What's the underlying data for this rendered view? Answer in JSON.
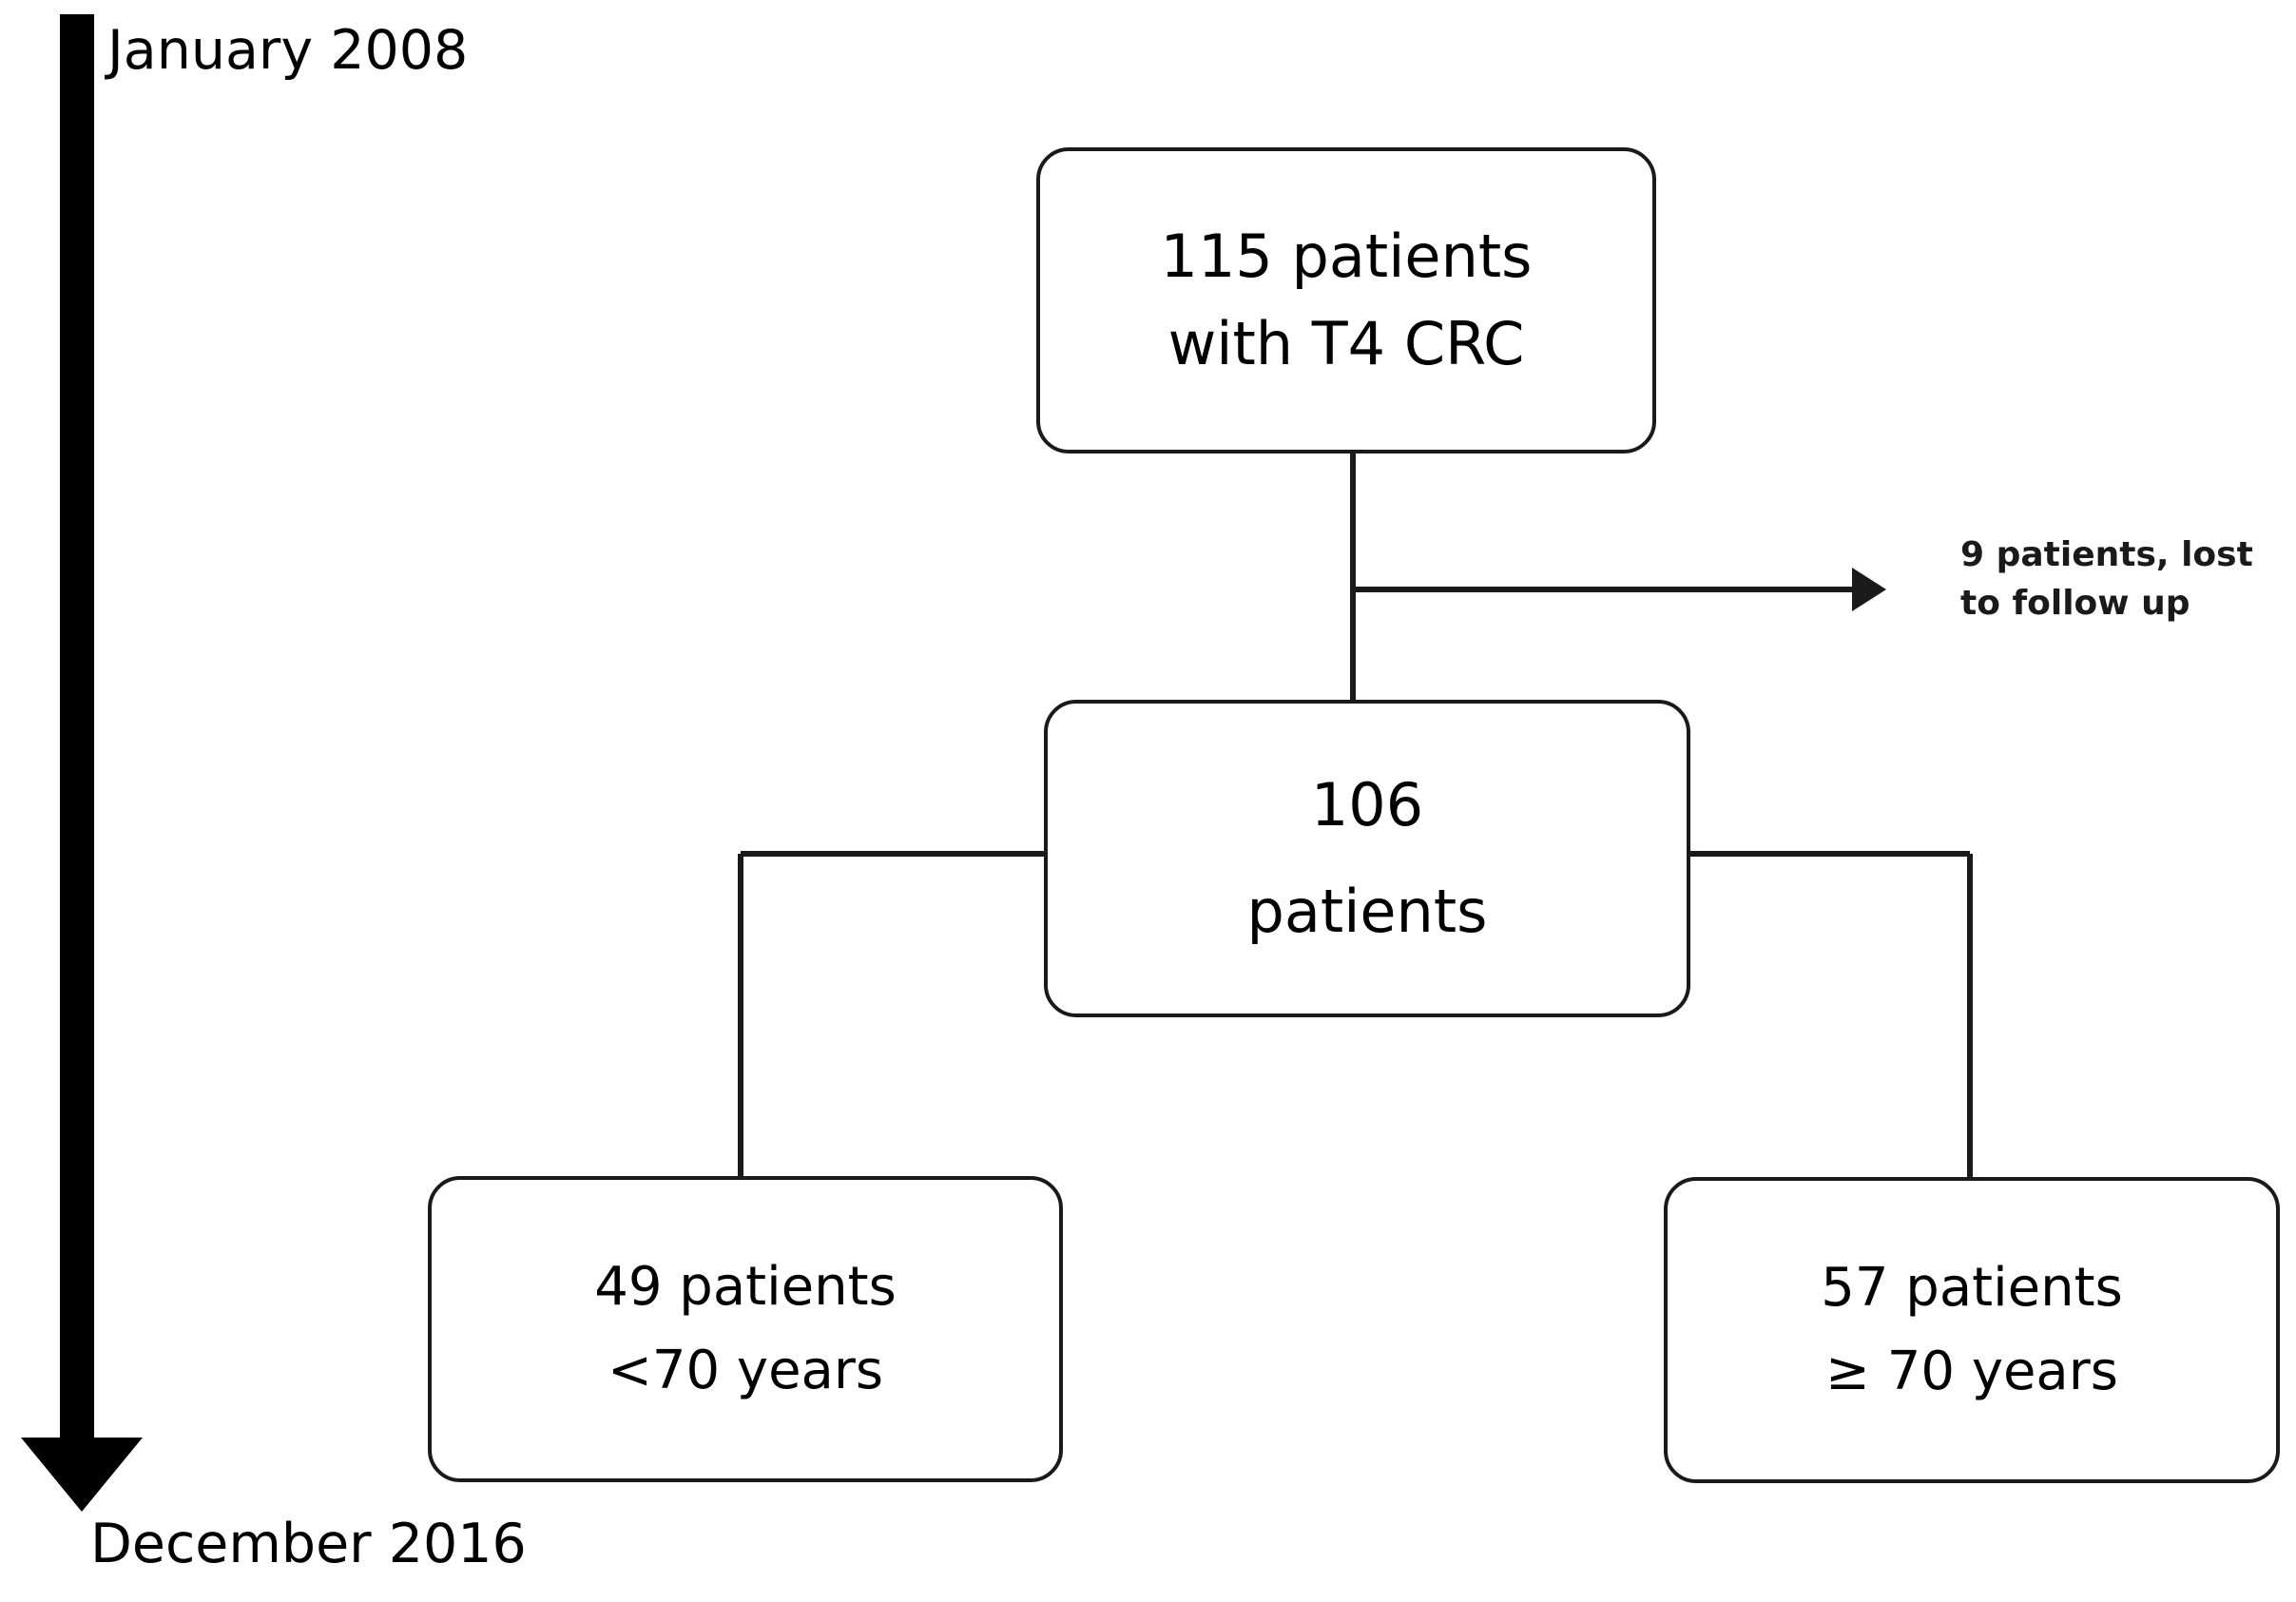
{
  "figure": {
    "kind": "patient-flow-diagram",
    "colors": {
      "stroke": "#1a1a1a",
      "background": "#ffffff",
      "text": "#000000"
    }
  },
  "timeline": {
    "start_label": "January 2008",
    "end_label": "December 2016",
    "arrow_direction": "down",
    "arrow_icon": "down-arrow-icon"
  },
  "nodes": {
    "total": {
      "id": "total-cohort",
      "line1": "115 patients",
      "line2": "with T4 CRC",
      "count": 115
    },
    "included": {
      "id": "included-cohort",
      "line1": "106",
      "line2": "patients",
      "count": 106
    },
    "young": {
      "id": "young-group",
      "line1": "49 patients",
      "line2": "<70 years",
      "count": 49
    },
    "old": {
      "id": "old-group",
      "line1": "57 patients",
      "line2": "≥ 70 years",
      "count": 57
    }
  },
  "exclusions": {
    "lost_to_followup": {
      "line1": "9 patients, lost",
      "line2": "to follow up",
      "count": 9
    }
  }
}
